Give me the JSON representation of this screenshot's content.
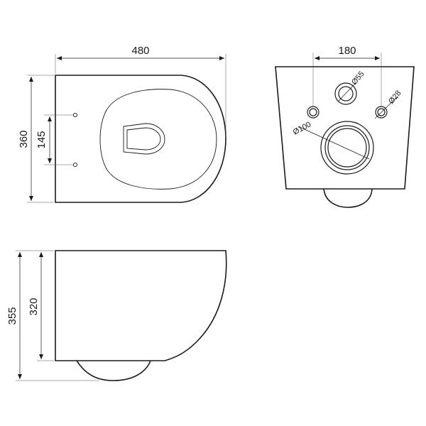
{
  "top_view": {
    "width_label": "480",
    "depth_label": "360",
    "bolt_spacing_label": "145"
  },
  "rear_view": {
    "bolt_spacing_label": "180",
    "inlet_diameter_label": "Ø55",
    "bolt_hole_diameter_label": "Ø28",
    "outlet_diameter_label": "Ø100"
  },
  "side_view": {
    "total_height_label": "355",
    "body_height_label": "320"
  }
}
